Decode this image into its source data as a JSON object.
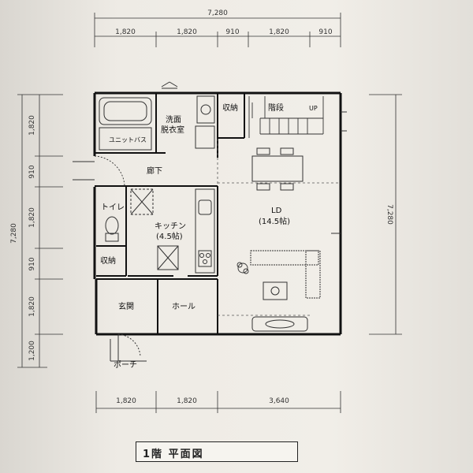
{
  "dimensions": {
    "top_total": "7,280",
    "top_segments": [
      "1,820",
      "1,820",
      "910",
      "1,820",
      "910"
    ],
    "left_segments": [
      "1,820",
      "910",
      "1,820",
      "910",
      "1,820",
      "1,200"
    ],
    "left_total": "7,280",
    "right_total": "7,280",
    "bottom_segments": [
      "1,820",
      "1,820",
      "3,640"
    ]
  },
  "rooms": {
    "washroom_line1": "洗面",
    "washroom_line2": "脱衣室",
    "unit_bath": "ユニットバス",
    "storage_top": "収納",
    "stairs": "階段",
    "up_mark": "UP",
    "corridor": "廊下",
    "toilet": "トイレ",
    "kitchen": "キッチン",
    "kitchen_size": "(4.5帖)",
    "ld": "LD",
    "ld_size": "(14.5帖)",
    "storage_left": "収納",
    "entrance": "玄関",
    "hall": "ホール",
    "porch": "ポーチ"
  },
  "caption": "1階  平面図"
}
